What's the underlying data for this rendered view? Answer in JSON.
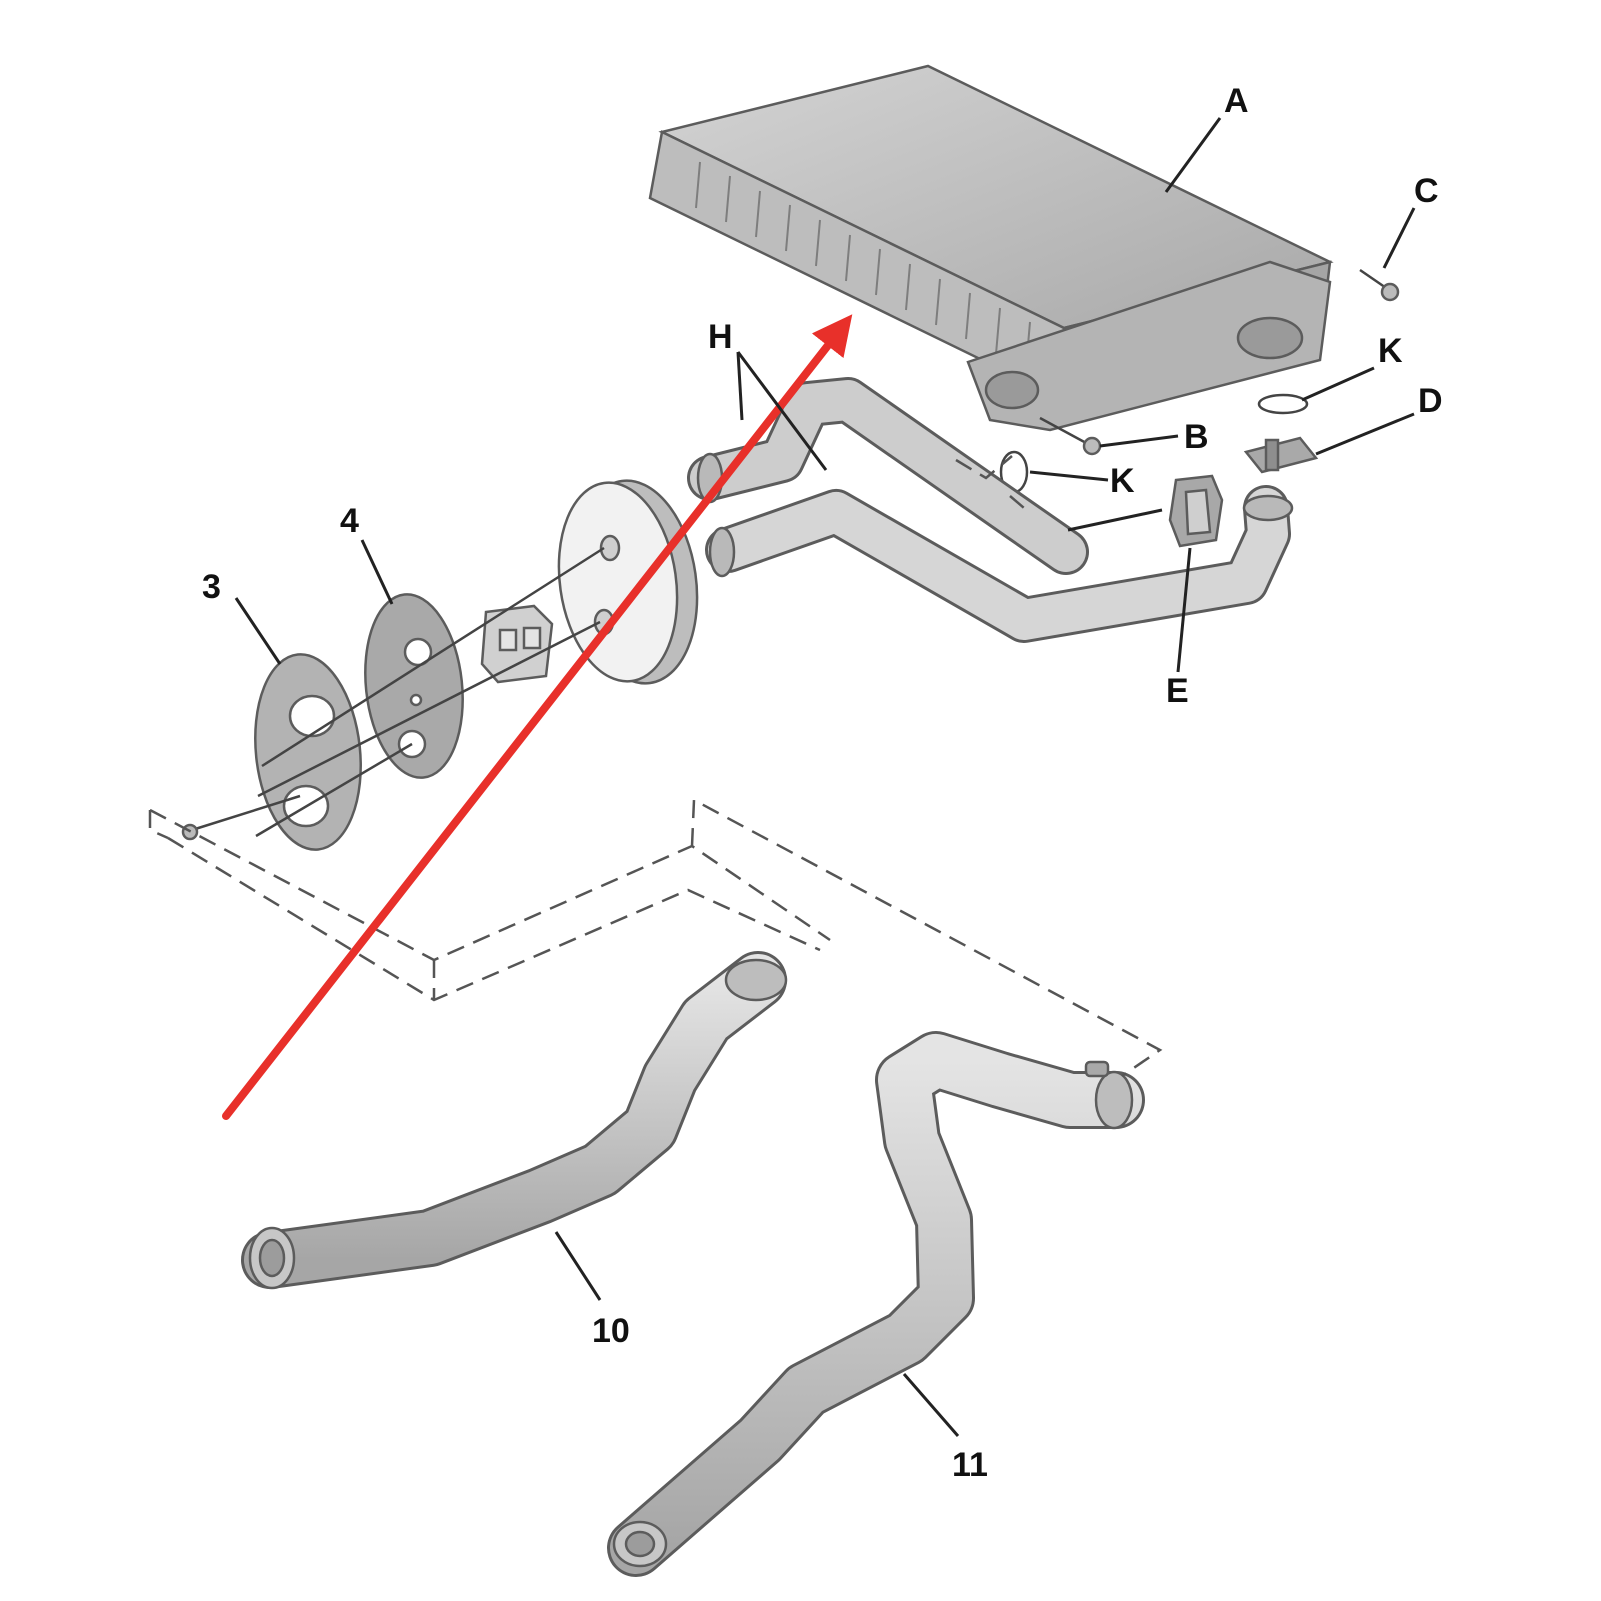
{
  "callouts": {
    "a": "A",
    "c": "C",
    "h": "H",
    "k_right": "K",
    "d": "D",
    "b": "B",
    "k_left": "K",
    "e": "E",
    "n3": "3",
    "n4": "4",
    "n10": "10",
    "n11": "11"
  },
  "colors": {
    "part_fill": "#cfcfcf",
    "part_dark": "#9c9c9c",
    "part_light": "#e6e6e6",
    "outline": "#5c5c5c",
    "arrow": "#e8302a",
    "label": "#111111"
  }
}
